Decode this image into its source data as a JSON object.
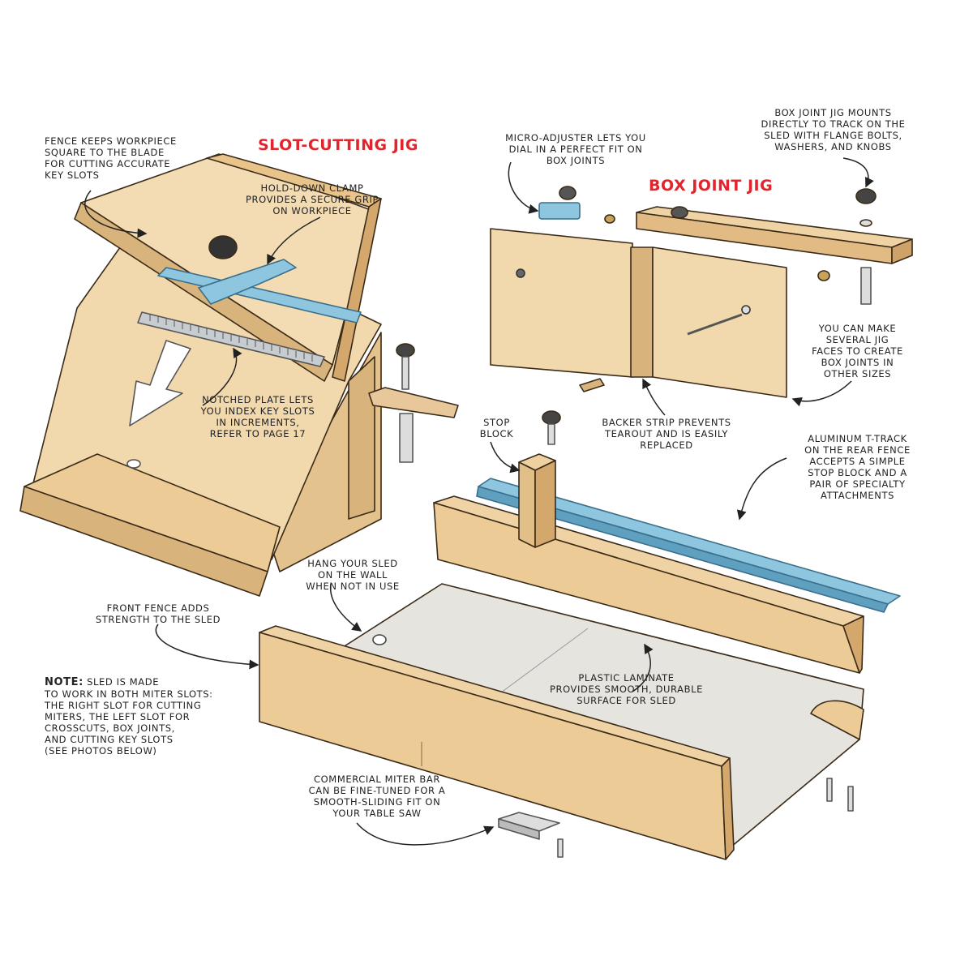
{
  "titles": {
    "slot_cutting_jig": "SLOT-CUTTING JIG",
    "box_joint_jig": "BOX JOINT JIG"
  },
  "labels": {
    "fence_keeps": "FENCE KEEPS WORKPIECE\nSQUARE TO THE BLADE\nFOR CUTTING ACCURATE\nKEY SLOTS",
    "hold_down": "HOLD-DOWN CLAMP\nPROVIDES A SECURE GRIP\nON WORKPIECE",
    "notched_plate": "NOTCHED PLATE LETS\nYOU INDEX KEY SLOTS\nIN INCREMENTS,\nREFER TO PAGE 17",
    "micro_adjuster": "MICRO-ADJUSTER LETS YOU\nDIAL IN A PERFECT FIT ON\nBOX JOINTS",
    "box_joint_mounts": "BOX JOINT JIG MOUNTS\nDIRECTLY TO TRACK ON THE\nSLED WITH FLANGE BOLTS,\nWASHERS, AND KNOBS",
    "several_faces": "YOU CAN MAKE\nSEVERAL JIG\nFACES TO CREATE\nBOX JOINTS IN\nOTHER SIZES",
    "stop_block": "STOP\nBLOCK",
    "backer_strip": "BACKER STRIP PREVENTS\nTEAROUT AND IS EASILY\nREPLACED",
    "t_track": "ALUMINUM T-TRACK\nON THE REAR FENCE\nACCEPTS A SIMPLE\nSTOP BLOCK AND A\nPAIR OF SPECIALTY\nATTACHMENTS",
    "hang_sled": "HANG YOUR SLED\nON THE WALL\nWHEN NOT IN USE",
    "front_fence": "FRONT FENCE ADDS\nSTRENGTH TO THE SLED",
    "plastic_laminate": "PLASTIC LAMINATE\nPROVIDES SMOOTH, DURABLE\nSURFACE FOR SLED",
    "miter_bar": "COMMERCIAL MITER BAR\nCAN BE FINE-TUNED FOR A\nSMOOTH-SLIDING FIT ON\nYOUR TABLE SAW",
    "note_head": "NOTE:",
    "note_body": " SLED IS MADE\nTO WORK IN BOTH MITER SLOTS:\nTHE RIGHT SLOT FOR CUTTING\nMITERS, THE LEFT SLOT FOR\nCROSSCUTS, BOX JOINTS,\nAND CUTTING KEY SLOTS\n(SEE PHOTOS BELOW)"
  },
  "colors": {
    "wood": "#eed3a4",
    "wood_dark": "#d9b37c",
    "wood_edge": "#c89a60",
    "track": "#8ec6e0",
    "track_dark": "#5f9fc0",
    "laminate": "#e6e4df",
    "title_red": "#e0262c",
    "ink": "#222222"
  }
}
